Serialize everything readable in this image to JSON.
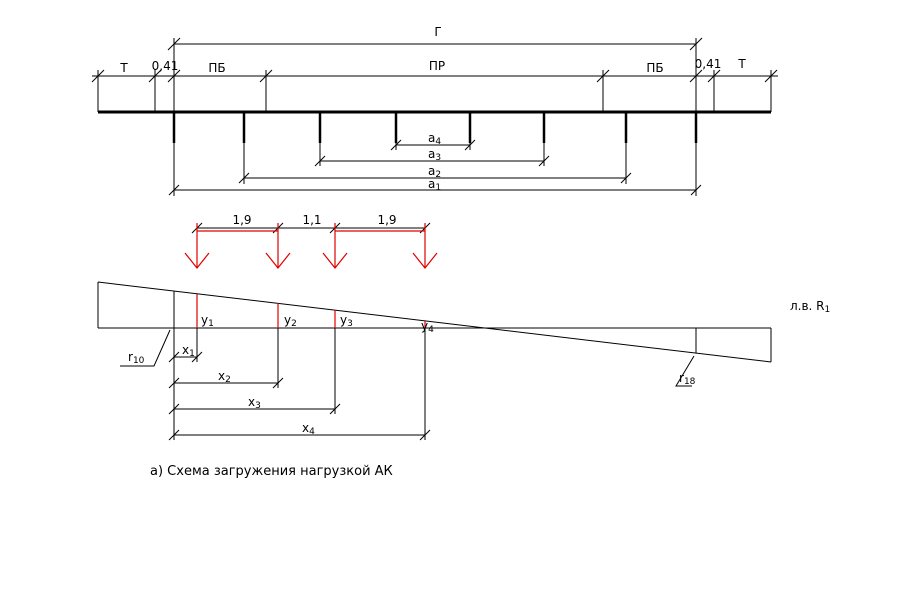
{
  "cross_section": {
    "top_dimension": "Г",
    "zones": {
      "left_sidewalk": "Т",
      "left_gap": "0,41",
      "left_safety_strip": "ПБ",
      "carriageway": "ПР",
      "right_safety_strip": "ПБ",
      "right_gap": "0,41",
      "right_sidewalk": "Т"
    },
    "beam_spacings": [
      {
        "label": "a",
        "subscript": "4"
      },
      {
        "label": "a",
        "subscript": "3"
      },
      {
        "label": "a",
        "subscript": "2"
      },
      {
        "label": "a",
        "subscript": "1"
      }
    ]
  },
  "load": {
    "gaps": [
      "1,9",
      "1,1",
      "1,9"
    ],
    "color": "#e00000"
  },
  "influence_line": {
    "title": "л.в. R",
    "title_subscript": "1",
    "ordinates": [
      {
        "label": "y",
        "subscript": "1"
      },
      {
        "label": "y",
        "subscript": "2"
      },
      {
        "label": "y",
        "subscript": "3"
      },
      {
        "label": "y",
        "subscript": "4"
      }
    ],
    "distances": [
      {
        "label": "x",
        "subscript": "1"
      },
      {
        "label": "x",
        "subscript": "2"
      },
      {
        "label": "x",
        "subscript": "3"
      },
      {
        "label": "x",
        "subscript": "4"
      }
    ],
    "left_marker": {
      "label": "r",
      "subscript": "10"
    },
    "right_marker": {
      "label": "r",
      "subscript": "18"
    }
  },
  "caption": "а) Схема загружения нагрузкой АК"
}
